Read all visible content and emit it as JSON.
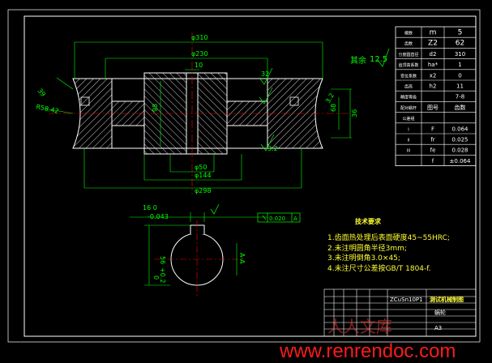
{
  "dimensions": {
    "d310": "φ310",
    "d230": "φ230",
    "d10": "10",
    "d32": "32",
    "d98": "98",
    "d68": "68",
    "d50": "φ50",
    "d144": "φ144",
    "d298": "φ298",
    "d36": "36",
    "d39": "39",
    "r58": "R58.42",
    "ra32a": "3.2",
    "ra32b": "3.2",
    "ra32c": "3.2",
    "others": "其余",
    "ra125": "12.5"
  },
  "section_view": {
    "tol_top": "16  0",
    "tol_bottom": "-0.043",
    "tol_frame_value": "0.020",
    "tol_frame_datum": "A",
    "depth": "56",
    "depth_tol": "+0.2",
    "depth_tol0": "0",
    "section_label": "A-A"
  },
  "technical_requirements": {
    "title": "技术要求",
    "items": [
      "1.齿面热处理后表面硬度45~55HRC;",
      "2.未注明圆角半径3mm;",
      "3.未注明倒角3.0×45;",
      "4.未注尺寸公差按GB/T 1804-f."
    ]
  },
  "param_table": {
    "rows": [
      [
        "模数",
        "m",
        "5"
      ],
      [
        "齿数",
        "Z2",
        "62"
      ],
      [
        "分度圆直径",
        "d2",
        "310"
      ],
      [
        "齿顶高系数",
        "ha*",
        "1"
      ],
      [
        "变位系数",
        "x2",
        "0"
      ],
      [
        "齿高",
        "h2",
        "11"
      ],
      [
        "精度等级",
        "",
        "7-8"
      ],
      [
        "配对蜗杆",
        "图号",
        "齿数"
      ],
      [
        "公差组",
        "",
        ""
      ],
      [
        "I",
        "F",
        "0.064"
      ],
      [
        "II",
        "fr",
        "0.025"
      ],
      [
        "III",
        "fe",
        "0.028"
      ],
      [
        "",
        "f",
        "±0.064"
      ]
    ]
  },
  "title_block": {
    "material": "ZCuSn10P1",
    "part_name": "蜗轮",
    "designer": "测试机械制图",
    "sheet": "A3"
  },
  "watermark": {
    "url": "www.renrendoc.com",
    "cn": "人人文库"
  },
  "colors": {
    "background": "#000000",
    "outline": "#ffffff",
    "dimension": "#00ff00",
    "centerline": "#ff0000",
    "hatch": "#ffffff",
    "note": "#ffff33",
    "watermark": "#ff1a1a"
  }
}
